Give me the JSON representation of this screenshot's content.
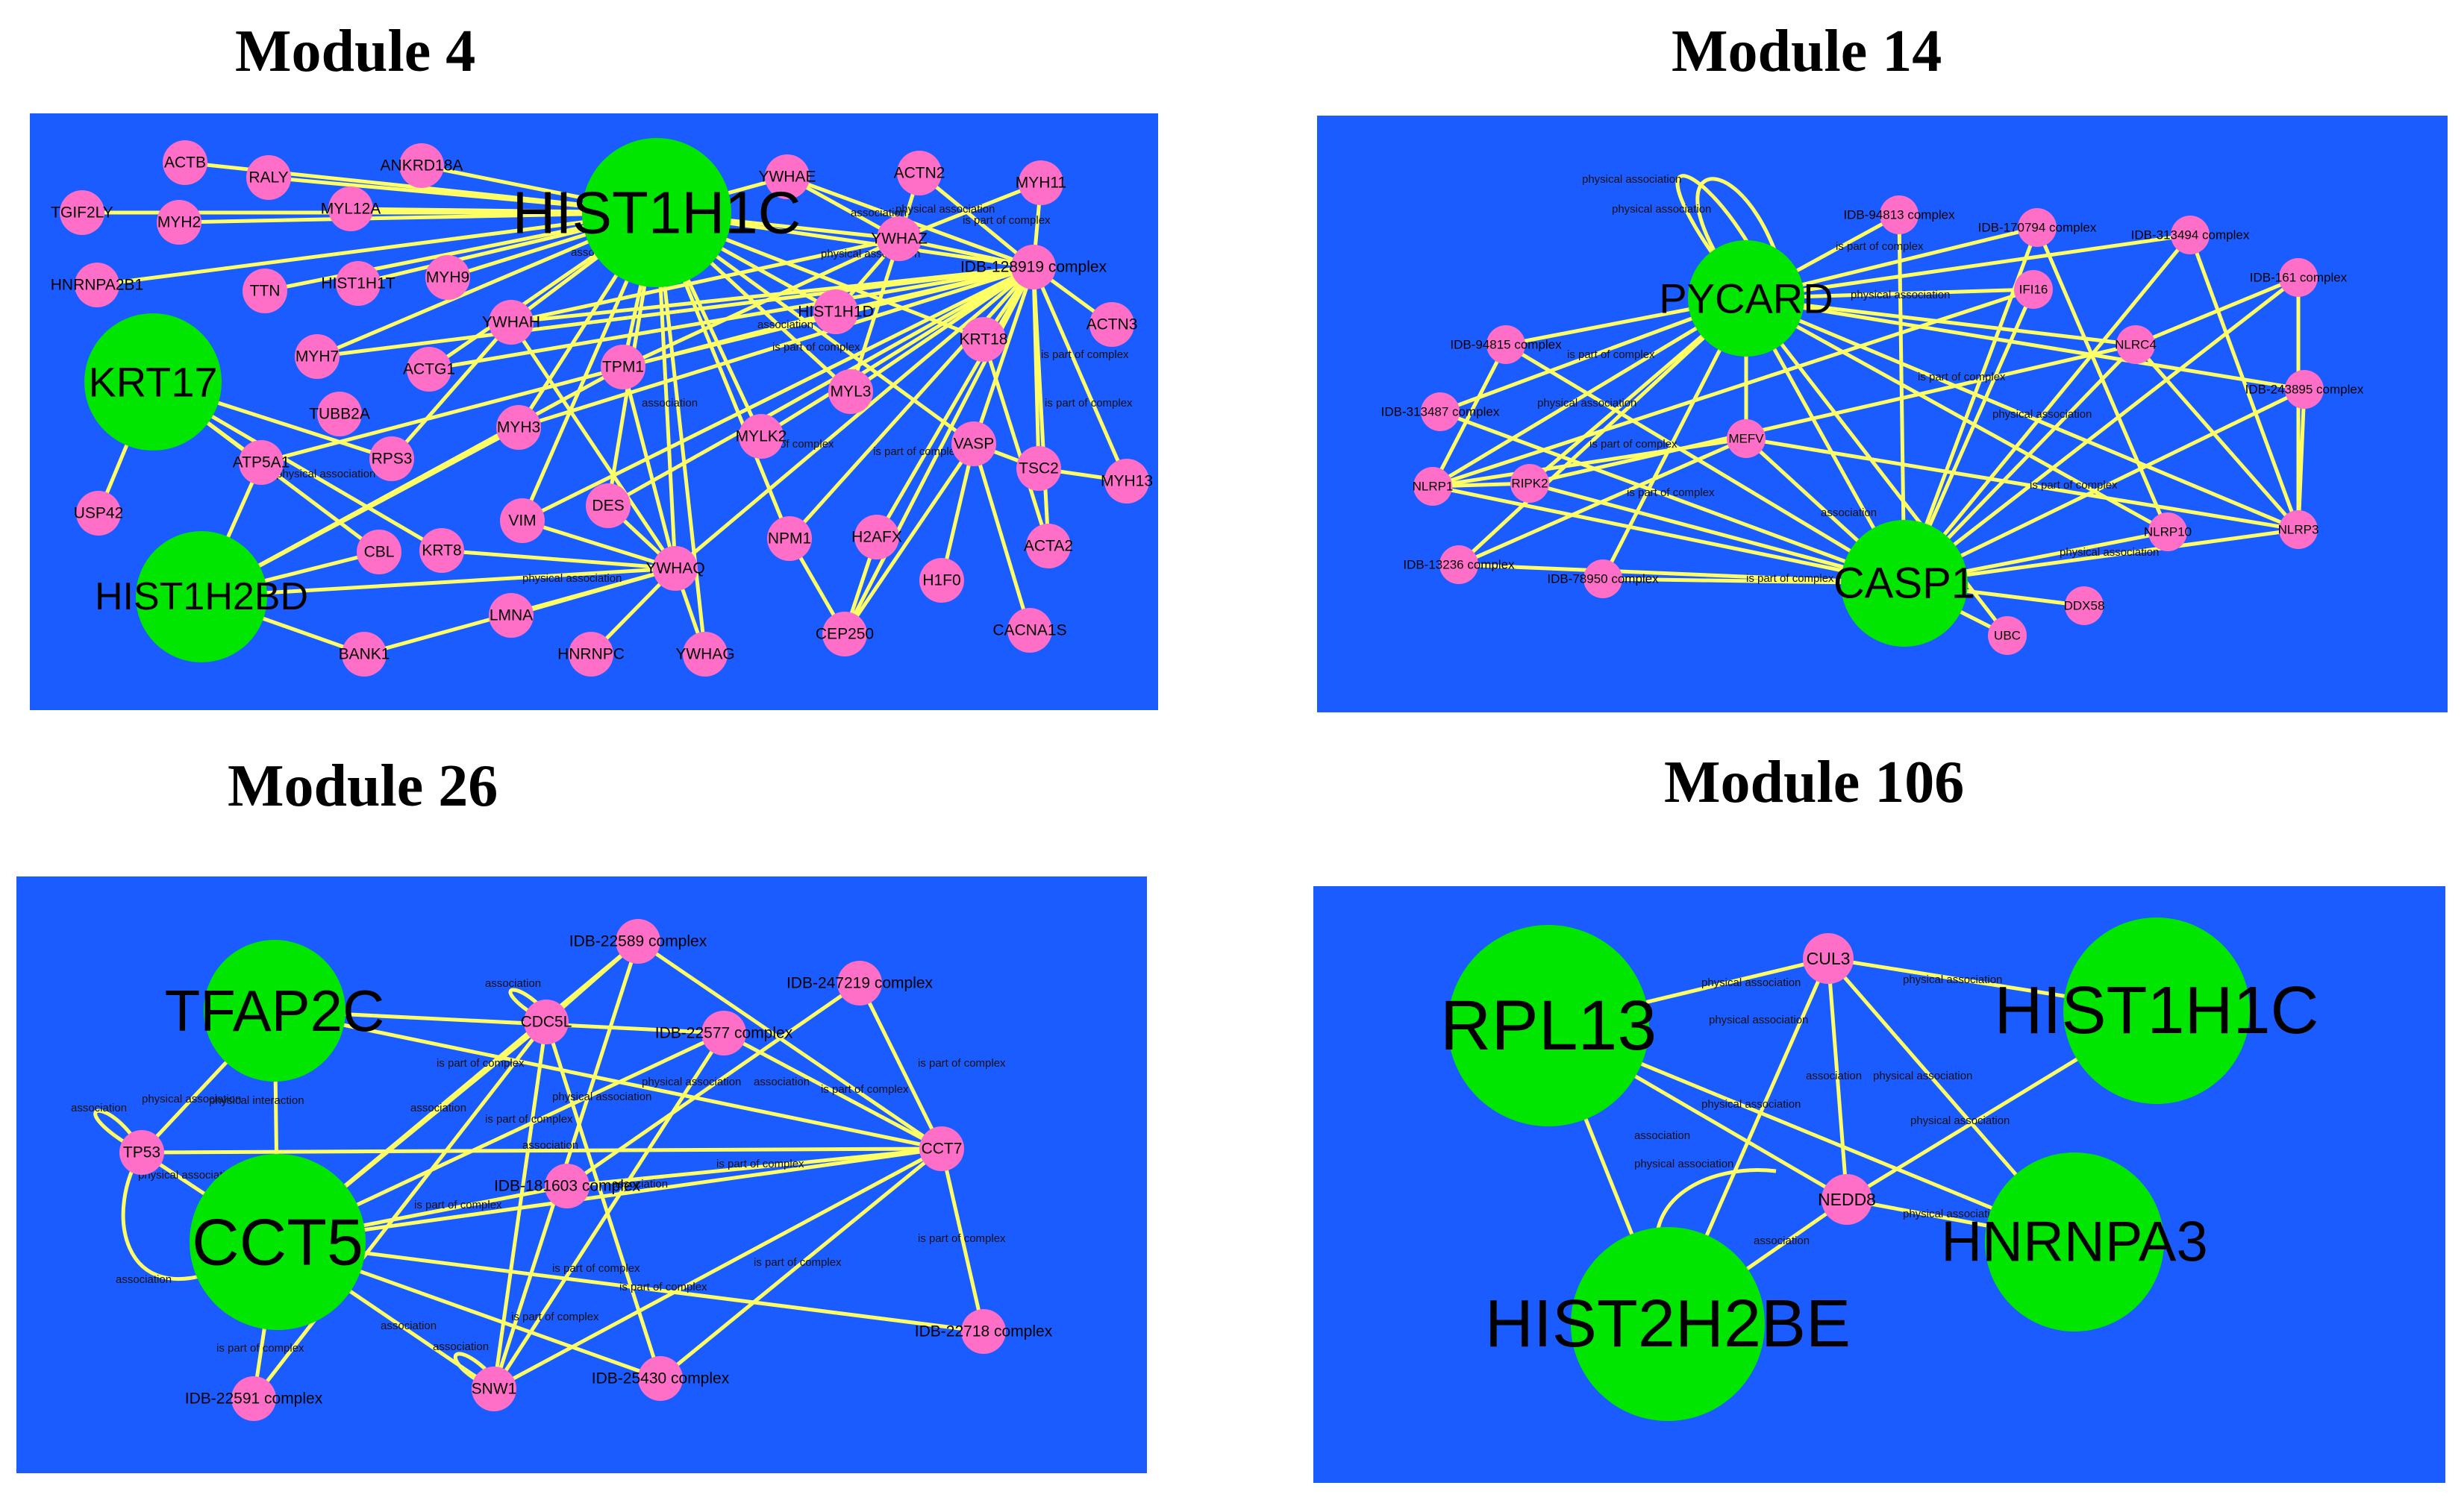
{
  "colors": {
    "panel_background": "#1a5cff",
    "hub_node": "#00e600",
    "small_node": "#ff6ec7",
    "edge": "#ffff66"
  },
  "modules": [
    {
      "title": "Module  4",
      "hub_nodes": [
        "HIST1H1C",
        "KRT17",
        "HIST1H2BD"
      ],
      "nodes": [
        "ACTB",
        "RALY",
        "ANKRD18A",
        "TGIF2LY",
        "MYH2",
        "MYL12A",
        "HNRNPA2B1",
        "TTN",
        "HIST1H1T",
        "MYH9",
        "YWHAE",
        "ACTN2",
        "MYH11",
        "YWHAZ",
        "IDB-128919 complex",
        "ACTN3",
        "YWHAH",
        "HIST1H1D",
        "KRT18",
        "MYH7",
        "ACTG1",
        "TPM1",
        "MYL3",
        "TUBB2A",
        "MYH3",
        "MYLK2",
        "VASP",
        "TSC2",
        "MYH13",
        "ATP5A1",
        "RPS3",
        "USP42",
        "VIM",
        "DES",
        "NPM1",
        "H2AFX",
        "ACTA2",
        "CBL",
        "KRT8",
        "YWHAQ",
        "H1F0",
        "LMNA",
        "CEP250",
        "CACNA1S",
        "BANK1",
        "HNRNPC",
        "YWHAG"
      ],
      "edge_labels": [
        "association",
        "physical association",
        "is part of complex"
      ]
    },
    {
      "title": "Module  14",
      "hub_nodes": [
        "PYCARD",
        "CASP1"
      ],
      "nodes": [
        "IDB-94813 complex",
        "IDB-170794 complex",
        "IDB-313494 complex",
        "IFI16",
        "IDB-161 complex",
        "IDB-94815 complex",
        "NLRC4",
        "IDB-243895 complex",
        "IDB-313487 complex",
        "MEFV",
        "NLRP1",
        "RIPK2",
        "NLRP10",
        "NLRP3",
        "IDB-13236 complex",
        "IDB-78950 complex",
        "DDX58",
        "UBC"
      ],
      "edge_labels": [
        "physical association",
        "is part of complex",
        "association"
      ]
    },
    {
      "title": "Module  26",
      "hub_nodes": [
        "TFAP2C",
        "CCT5"
      ],
      "nodes": [
        "IDB-22589 complex",
        "IDB-247219 complex",
        "CDC5L",
        "IDB-22577 complex",
        "TP53",
        "CCT7",
        "IDB-181603 complex",
        "IDB-22718 complex",
        "IDB-25430 complex",
        "SNW1",
        "IDB-22591 complex"
      ],
      "edge_labels": [
        "association",
        "is part of complex",
        "physical association",
        "physical interaction"
      ]
    },
    {
      "title": "Module 106",
      "hub_nodes": [
        "RPL13",
        "HIST1H1C",
        "HNRNPA3",
        "HIST2H2BE"
      ],
      "nodes": [
        "CUL3",
        "NEDD8"
      ],
      "edge_labels": [
        "physical association",
        "association"
      ]
    }
  ]
}
